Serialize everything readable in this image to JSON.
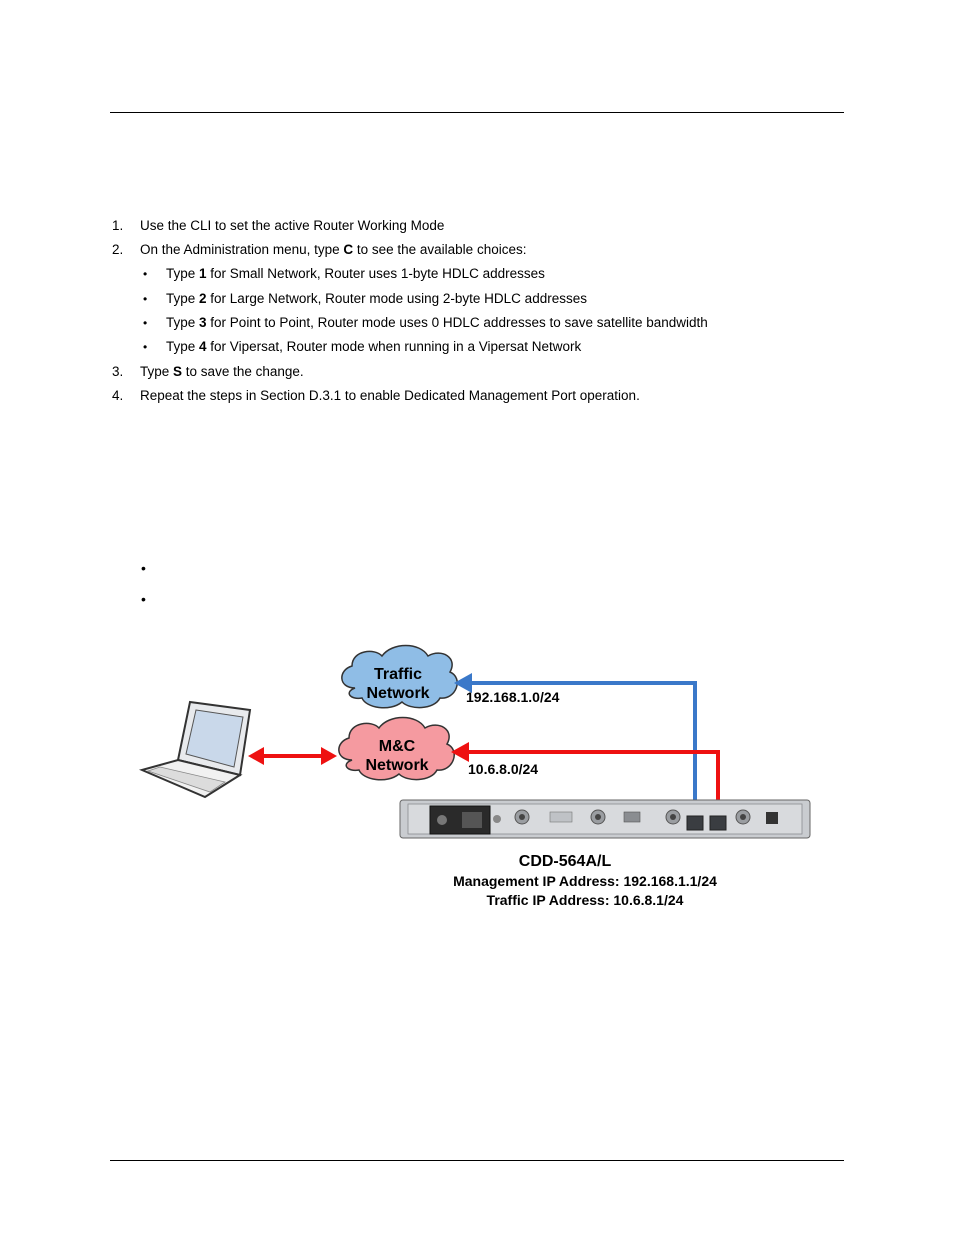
{
  "steps": [
    {
      "num": "1.",
      "parts": [
        "Use the CLI to set the active Router Working Mode"
      ]
    },
    {
      "num": "2.",
      "parts": [
        "On the Administration menu, type ",
        "C",
        " to see the available choices:"
      ]
    },
    {
      "num": "3.",
      "parts": [
        "Type ",
        "S",
        " to save the change."
      ]
    },
    {
      "num": "4.",
      "parts": [
        "Repeat the steps in Section D.3.1 to enable Dedicated Management Port operation."
      ]
    }
  ],
  "choices": [
    {
      "pre": "Type ",
      "key": "1",
      "post": " for Small Network, Router uses 1-byte HDLC addresses"
    },
    {
      "pre": "Type ",
      "key": "2",
      "post": " for Large Network, Router mode using 2-byte HDLC addresses"
    },
    {
      "pre": "Type ",
      "key": "3",
      "post": " for Point to Point, Router mode uses 0 HDLC addresses to save satellite bandwidth"
    },
    {
      "pre": "Type ",
      "key": "4",
      "post": " for Vipersat, Router mode when running in a Vipersat Network"
    }
  ],
  "bullet_glyph": "•",
  "diagram": {
    "traffic_cloud": [
      "Traffic",
      "Network"
    ],
    "mc_cloud": [
      "M&C",
      "Network"
    ],
    "traffic_subnet": "192.168.1.0/24",
    "mc_subnet": "10.6.8.0/24",
    "device_name": "CDD-564A/L",
    "mgmt_ip": "Management IP Address: 192.168.1.1/24",
    "traffic_ip": "Traffic IP Address: 10.6.8.1/24",
    "colors": {
      "blue_link": "#3a78c9",
      "red_link": "#ee1111",
      "traffic_cloud": "#8fbde6",
      "mc_cloud": "#f59aa0"
    }
  }
}
